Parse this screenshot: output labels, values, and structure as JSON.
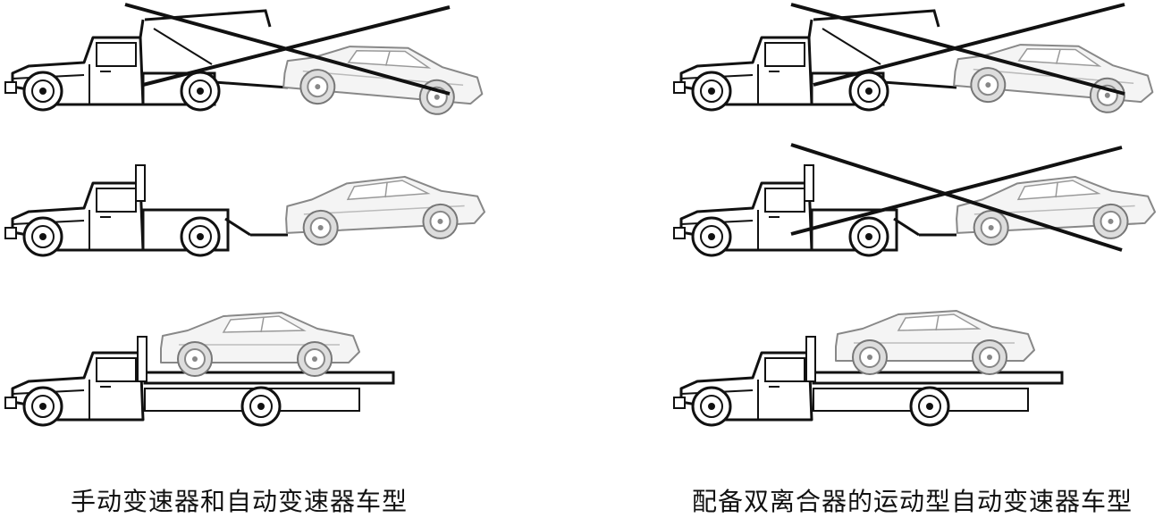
{
  "figure": {
    "columns": [
      {
        "caption": "手动变速器和自动变速器车型",
        "methods": [
          {
            "method": "wheel-lift-front-down",
            "prohibited": true
          },
          {
            "method": "wheel-lift-front-up",
            "prohibited": false
          },
          {
            "method": "flatbed",
            "prohibited": false
          }
        ]
      },
      {
        "caption": "配备双离合器的运动型自动变速器车型",
        "methods": [
          {
            "method": "wheel-lift-front-down",
            "prohibited": true
          },
          {
            "method": "wheel-lift-front-up",
            "prohibited": true
          },
          {
            "method": "flatbed",
            "prohibited": false
          }
        ]
      }
    ]
  },
  "colors": {
    "line": "#111111",
    "car_line": "#888888",
    "car_fill": "#f4f4f4",
    "truck_fill": "#ffffff"
  }
}
